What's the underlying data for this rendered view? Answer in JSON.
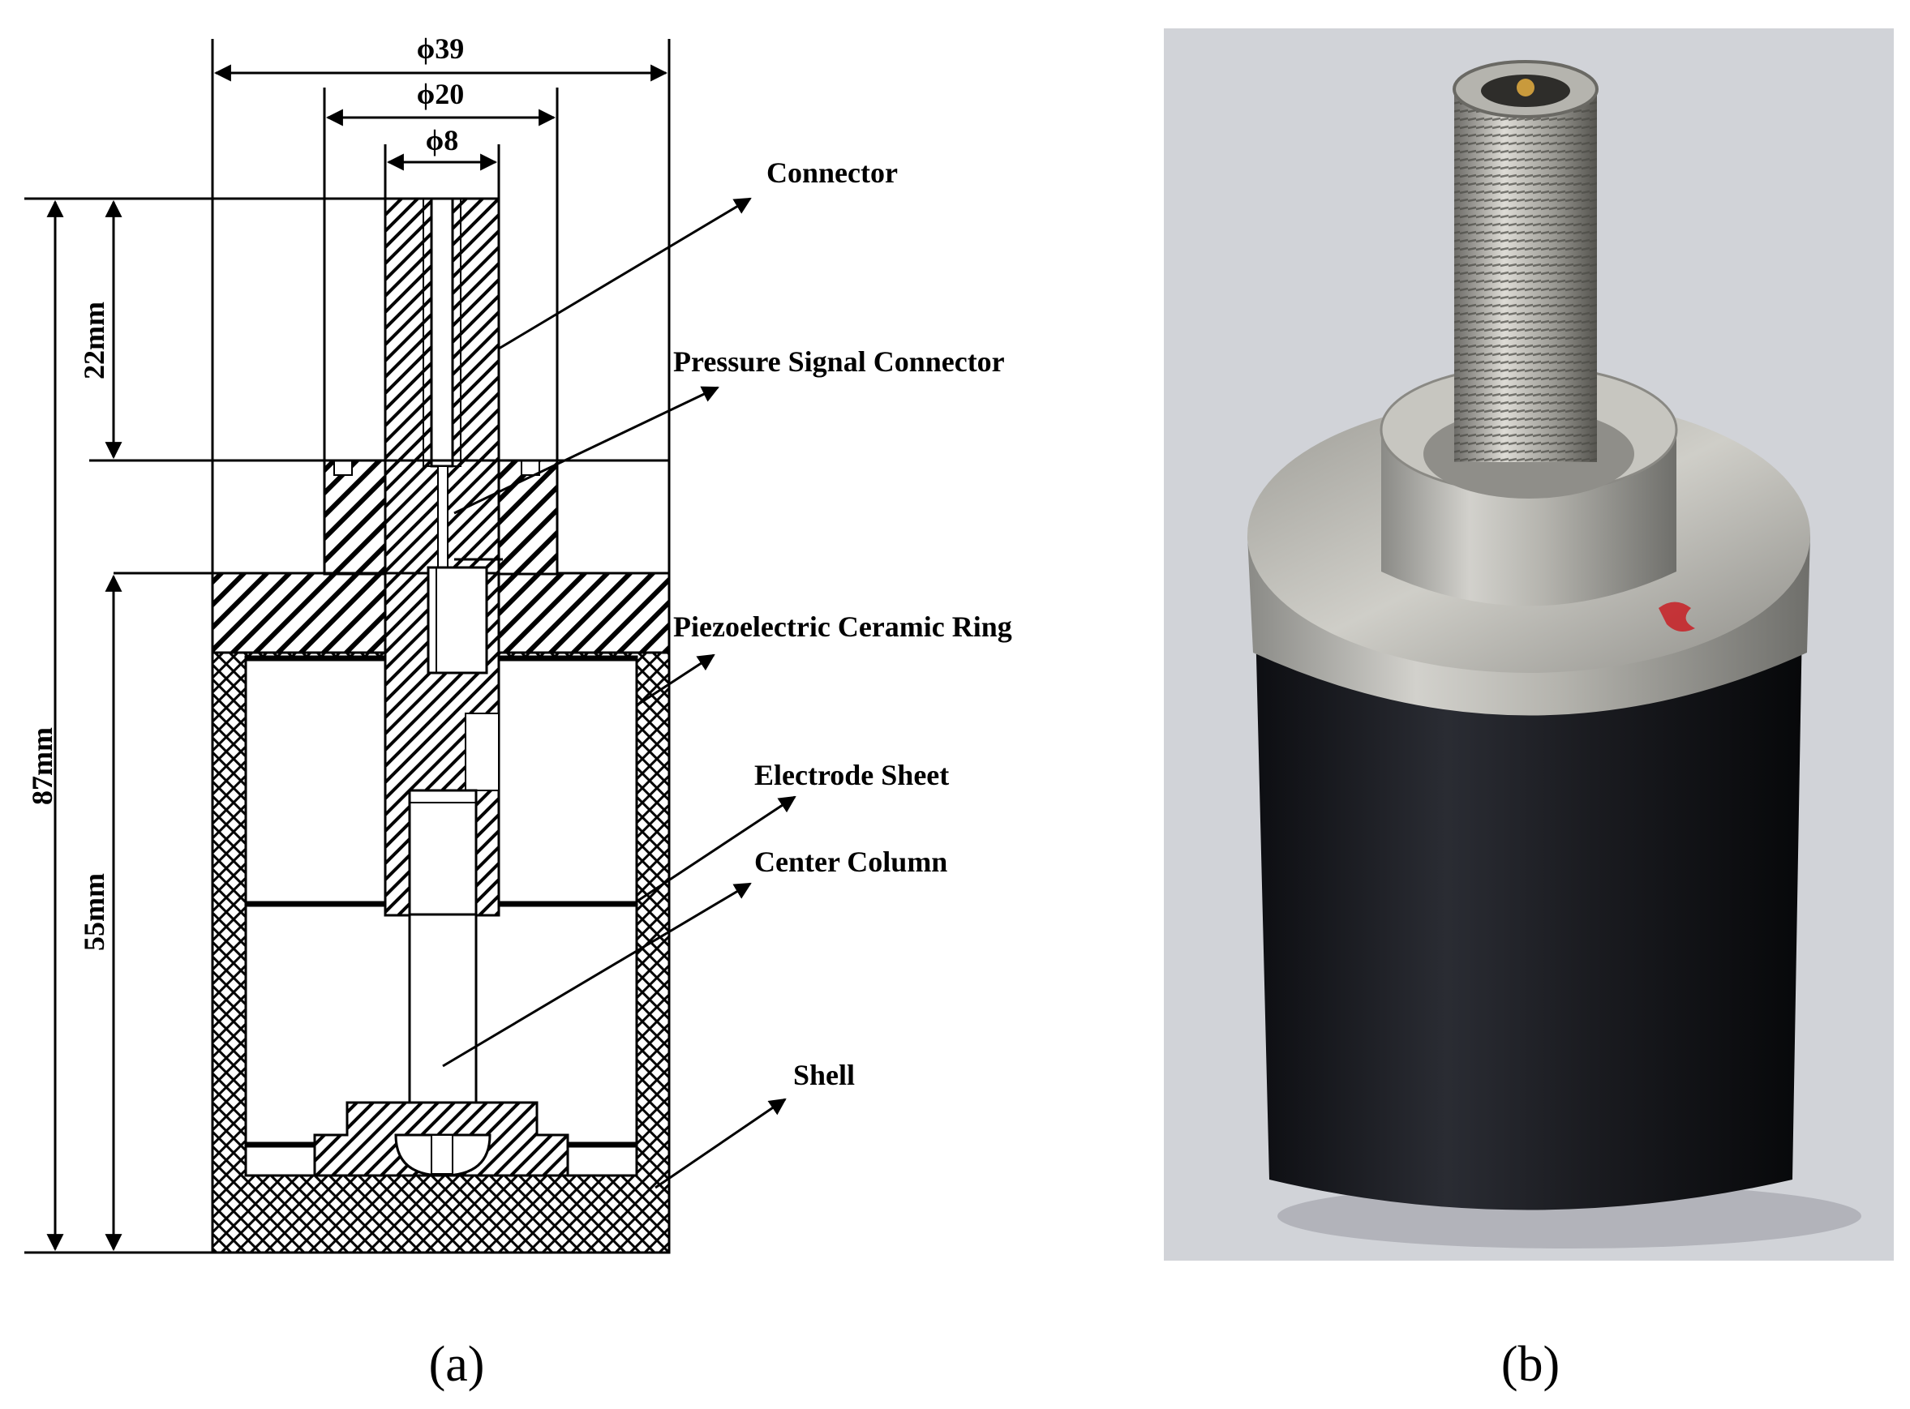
{
  "panel_a": {
    "dimensions": {
      "outer_diameter": "ϕ39",
      "mid_diameter": "ϕ20",
      "inner_diameter": "ϕ8",
      "total_height": "87mm",
      "connector_height": "22mm",
      "body_height": "55mm"
    },
    "labels": {
      "connector": "Connector",
      "pressure_signal_connector": "Pressure Signal Connector",
      "piezo_ring": "Piezoelectric Ceramic Ring",
      "electrode_sheet": "Electrode Sheet",
      "center_column": "Center Column",
      "shell": "Shell"
    },
    "caption": "(a)"
  },
  "panel_b": {
    "caption": "(b)"
  }
}
